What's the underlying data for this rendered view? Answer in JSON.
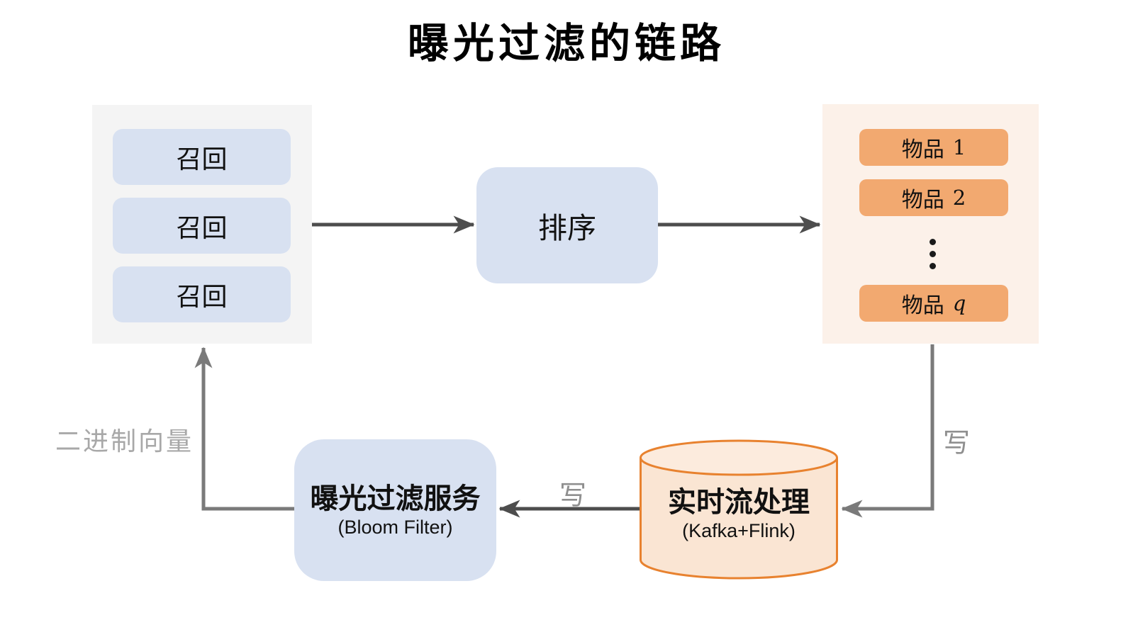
{
  "title": "曝光过滤的链路",
  "recall_panel": {
    "boxes": [
      "召回",
      "召回",
      "召回"
    ]
  },
  "sort_box": {
    "label": "排序"
  },
  "items_panel": {
    "items": [
      {
        "prefix": "物品",
        "num": "1",
        "italic": false
      },
      {
        "prefix": "物品",
        "num": "2",
        "italic": false
      },
      {
        "prefix": "物品",
        "num": "q",
        "italic": true
      }
    ],
    "ellipsis": "⋮"
  },
  "bloom_box": {
    "title": "曝光过滤服务",
    "subtitle": "(Bloom Filter)"
  },
  "stream_db": {
    "title": "实时流处理",
    "subtitle": "(Kafka+Flink)"
  },
  "labels": {
    "write_upper": "写",
    "write_lower": "写",
    "binary_vector": "二进制向量"
  },
  "colors": {
    "dark_arrow": "#4d4d4d",
    "gray_arrow": "#7a7a7a",
    "label_gray": "#8f8f8f",
    "label_gray_light": "#a8a8a8",
    "blue_box": "#d8e1f1",
    "left_panel_bg": "#f4f4f4",
    "right_panel_bg": "#fcf1e9",
    "item_box": "#f2a970",
    "cylinder_fill": "#fae5d3",
    "cylinder_top_fill": "#fcebdd",
    "cylinder_border": "#e8822f"
  }
}
